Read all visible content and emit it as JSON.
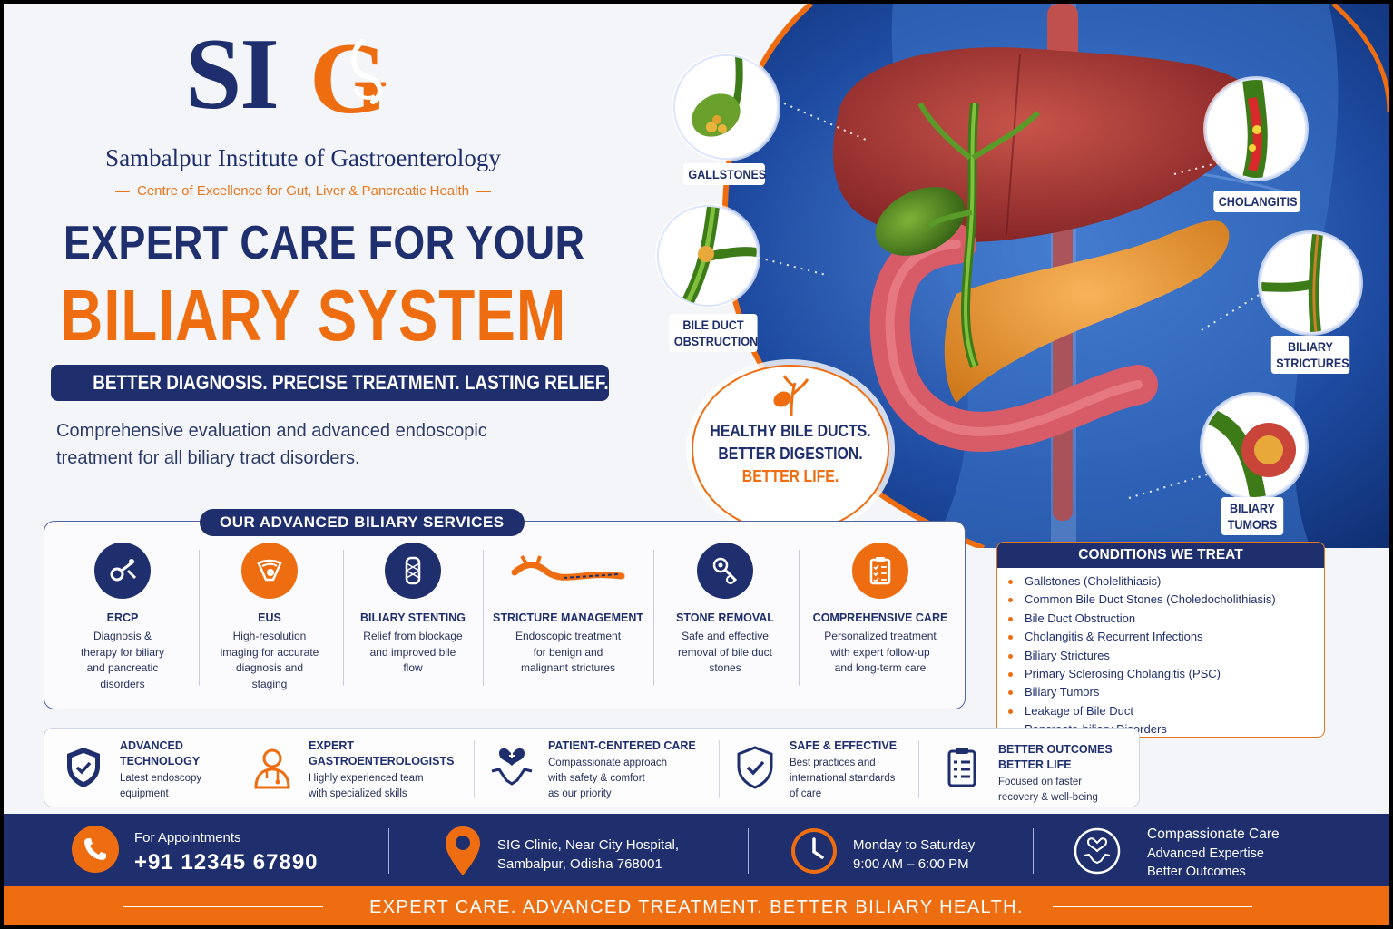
{
  "brand": {
    "logo_letters": "SI",
    "logo_letter_g": "G",
    "name": "Sambalpur Institute of Gastroenterology",
    "tagline": "Centre of Excellence for Gut, Liver & Pancreatic Health"
  },
  "hero": {
    "headline_1": "EXPERT CARE FOR YOUR",
    "headline_2": "BILIARY SYSTEM",
    "tagline": "BETTER DIAGNOSIS. PRECISE TREATMENT. LASTING RELIEF.",
    "intro_1": "Comprehensive evaluation and advanced endoscopic",
    "intro_2": "treatment for all biliary tract disorders."
  },
  "anatomy": {
    "labels": {
      "gallstones": "GALLSTONES",
      "bile_duct_obstruction_1": "BILE DUCT",
      "bile_duct_obstruction_2": "OBSTRUCTION",
      "cholangitis": "CHOLANGITIS",
      "biliary_strictures_1": "BILIARY",
      "biliary_strictures_2": "STRICTURES",
      "biliary_tumors_1": "BILIARY",
      "biliary_tumors_2": "TUMORS"
    },
    "badge": {
      "line_1": "HEALTHY BILE DUCTS.",
      "line_2": "BETTER DIGESTION.",
      "line_3": "BETTER LIFE."
    }
  },
  "services": {
    "title": "OUR ADVANCED BILIARY SERVICES",
    "items": [
      {
        "name": "ERCP",
        "desc_1": "Diagnosis &",
        "desc_2": "therapy for biliary",
        "desc_3": "and pancreatic",
        "desc_4": "disorders",
        "icon": "endoscope-icon"
      },
      {
        "name": "EUS",
        "desc_1": "High-resolution",
        "desc_2": "imaging for accurate",
        "desc_3": "diagnosis and",
        "desc_4": "staging",
        "icon": "ultrasound-icon"
      },
      {
        "name": "BILIARY STENTING",
        "desc_1": "Relief from blockage",
        "desc_2": "and improved bile",
        "desc_3": "flow",
        "desc_4": "",
        "icon": "stent-icon"
      },
      {
        "name": "STRICTURE MANAGEMENT",
        "desc_1": "Endoscopic treatment",
        "desc_2": "for benign and",
        "desc_3": "malignant strictures",
        "desc_4": "",
        "icon": "duct-stricture-icon"
      },
      {
        "name": "STONE REMOVAL",
        "desc_1": "Safe and effective",
        "desc_2": "removal of bile duct",
        "desc_3": "stones",
        "desc_4": "",
        "icon": "stone-basket-icon"
      },
      {
        "name": "COMPREHENSIVE CARE",
        "desc_1": "Personalized treatment",
        "desc_2": "with expert follow-up",
        "desc_3": "and long-term care",
        "desc_4": "",
        "icon": "clipboard-check-icon"
      }
    ]
  },
  "conditions": {
    "title": "CONDITIONS WE TREAT",
    "items": [
      "Gallstones (Cholelithiasis)",
      "Common Bile Duct Stones (Choledocholithiasis)",
      "Bile Duct Obstruction",
      "Cholangitis & Recurrent Infections",
      "Biliary Strictures",
      "Primary Sclerosing Cholangitis (PSC)",
      "Biliary Tumors",
      "Leakage of Bile Duct",
      "Pancreato-biliary Disorders"
    ]
  },
  "features": [
    {
      "title_1": "ADVANCED",
      "title_2": "TECHNOLOGY",
      "desc_1": "Latest endoscopy",
      "desc_2": "equipment",
      "icon": "shield-check-icon"
    },
    {
      "title_1": "EXPERT",
      "title_2": "GASTROENTEROLOGISTS",
      "desc_1": "Highly experienced team",
      "desc_2": "with specialized skills",
      "icon": "doctor-icon"
    },
    {
      "title_1": "PATIENT-CENTERED CARE",
      "title_2": "",
      "desc_1": "Compassionate approach",
      "desc_2": "with safety & comfort",
      "desc_3": "as our priority",
      "icon": "heart-hands-icon"
    },
    {
      "title_1": "SAFE & EFFECTIVE",
      "title_2": "",
      "desc_1": "Best practices and",
      "desc_2": "international standards",
      "desc_3": "of care",
      "icon": "shield-check-outline-icon"
    },
    {
      "title_1": "BETTER OUTCOMES",
      "title_2": "BETTER LIFE",
      "desc_1": "Focused on faster",
      "desc_2": "recovery & well-being",
      "icon": "checklist-icon"
    }
  ],
  "contact": {
    "appointments_label": "For Appointments",
    "phone": "+91 12345 67890",
    "address_1": "SIG Clinic, Near City Hospital,",
    "address_2": "Sambalpur, Odisha 768001",
    "days": "Monday to Saturday",
    "hours": "9:00 AM – 6:00 PM",
    "promise_1": "Compassionate Care",
    "promise_2": "Advanced Expertise",
    "promise_3": "Better Outcomes"
  },
  "footer": {
    "text": "EXPERT CARE. ADVANCED TREATMENT. BETTER BILIARY HEALTH."
  },
  "colors": {
    "navy": "#1f2f6e",
    "orange": "#ee6d10",
    "background": "#f4f5f8"
  }
}
